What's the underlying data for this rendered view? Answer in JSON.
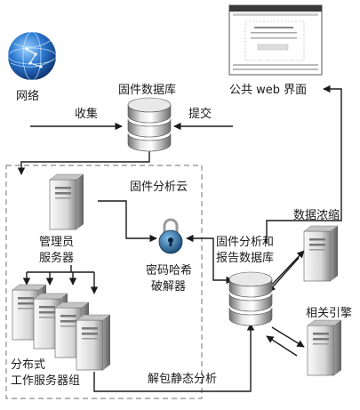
{
  "labels": {
    "network": "网络",
    "firmware_db": "固件数据库",
    "public_web": "公共 web 界面",
    "collect": "收集",
    "submit": "提交",
    "analysis_cloud": "固件分析云",
    "admin_server": [
      "管理员",
      "服务器"
    ],
    "password_cracker": [
      "密码哈希",
      "破解器"
    ],
    "analysis_report_db": [
      "固件分析和",
      "报告数据库"
    ],
    "data_condense": "数据浓缩",
    "related_engine": "相关引擎",
    "distributed": [
      "分布式",
      "工作服务器组"
    ],
    "unpack_static": "解包静态分析"
  },
  "colors": {
    "line": "#1a1a1a",
    "dashed_border": "#8a8a8a",
    "server_light": "#f0f0f0",
    "server_dark": "#8d8d8d",
    "globe_blue": "#1e62b8",
    "lock_blue": "#1f5b8f"
  },
  "icons": {
    "globe": "globe-icon",
    "database": "database-icon",
    "server": "server-icon",
    "lock": "padlock-icon",
    "web": "browser-window-icon"
  }
}
